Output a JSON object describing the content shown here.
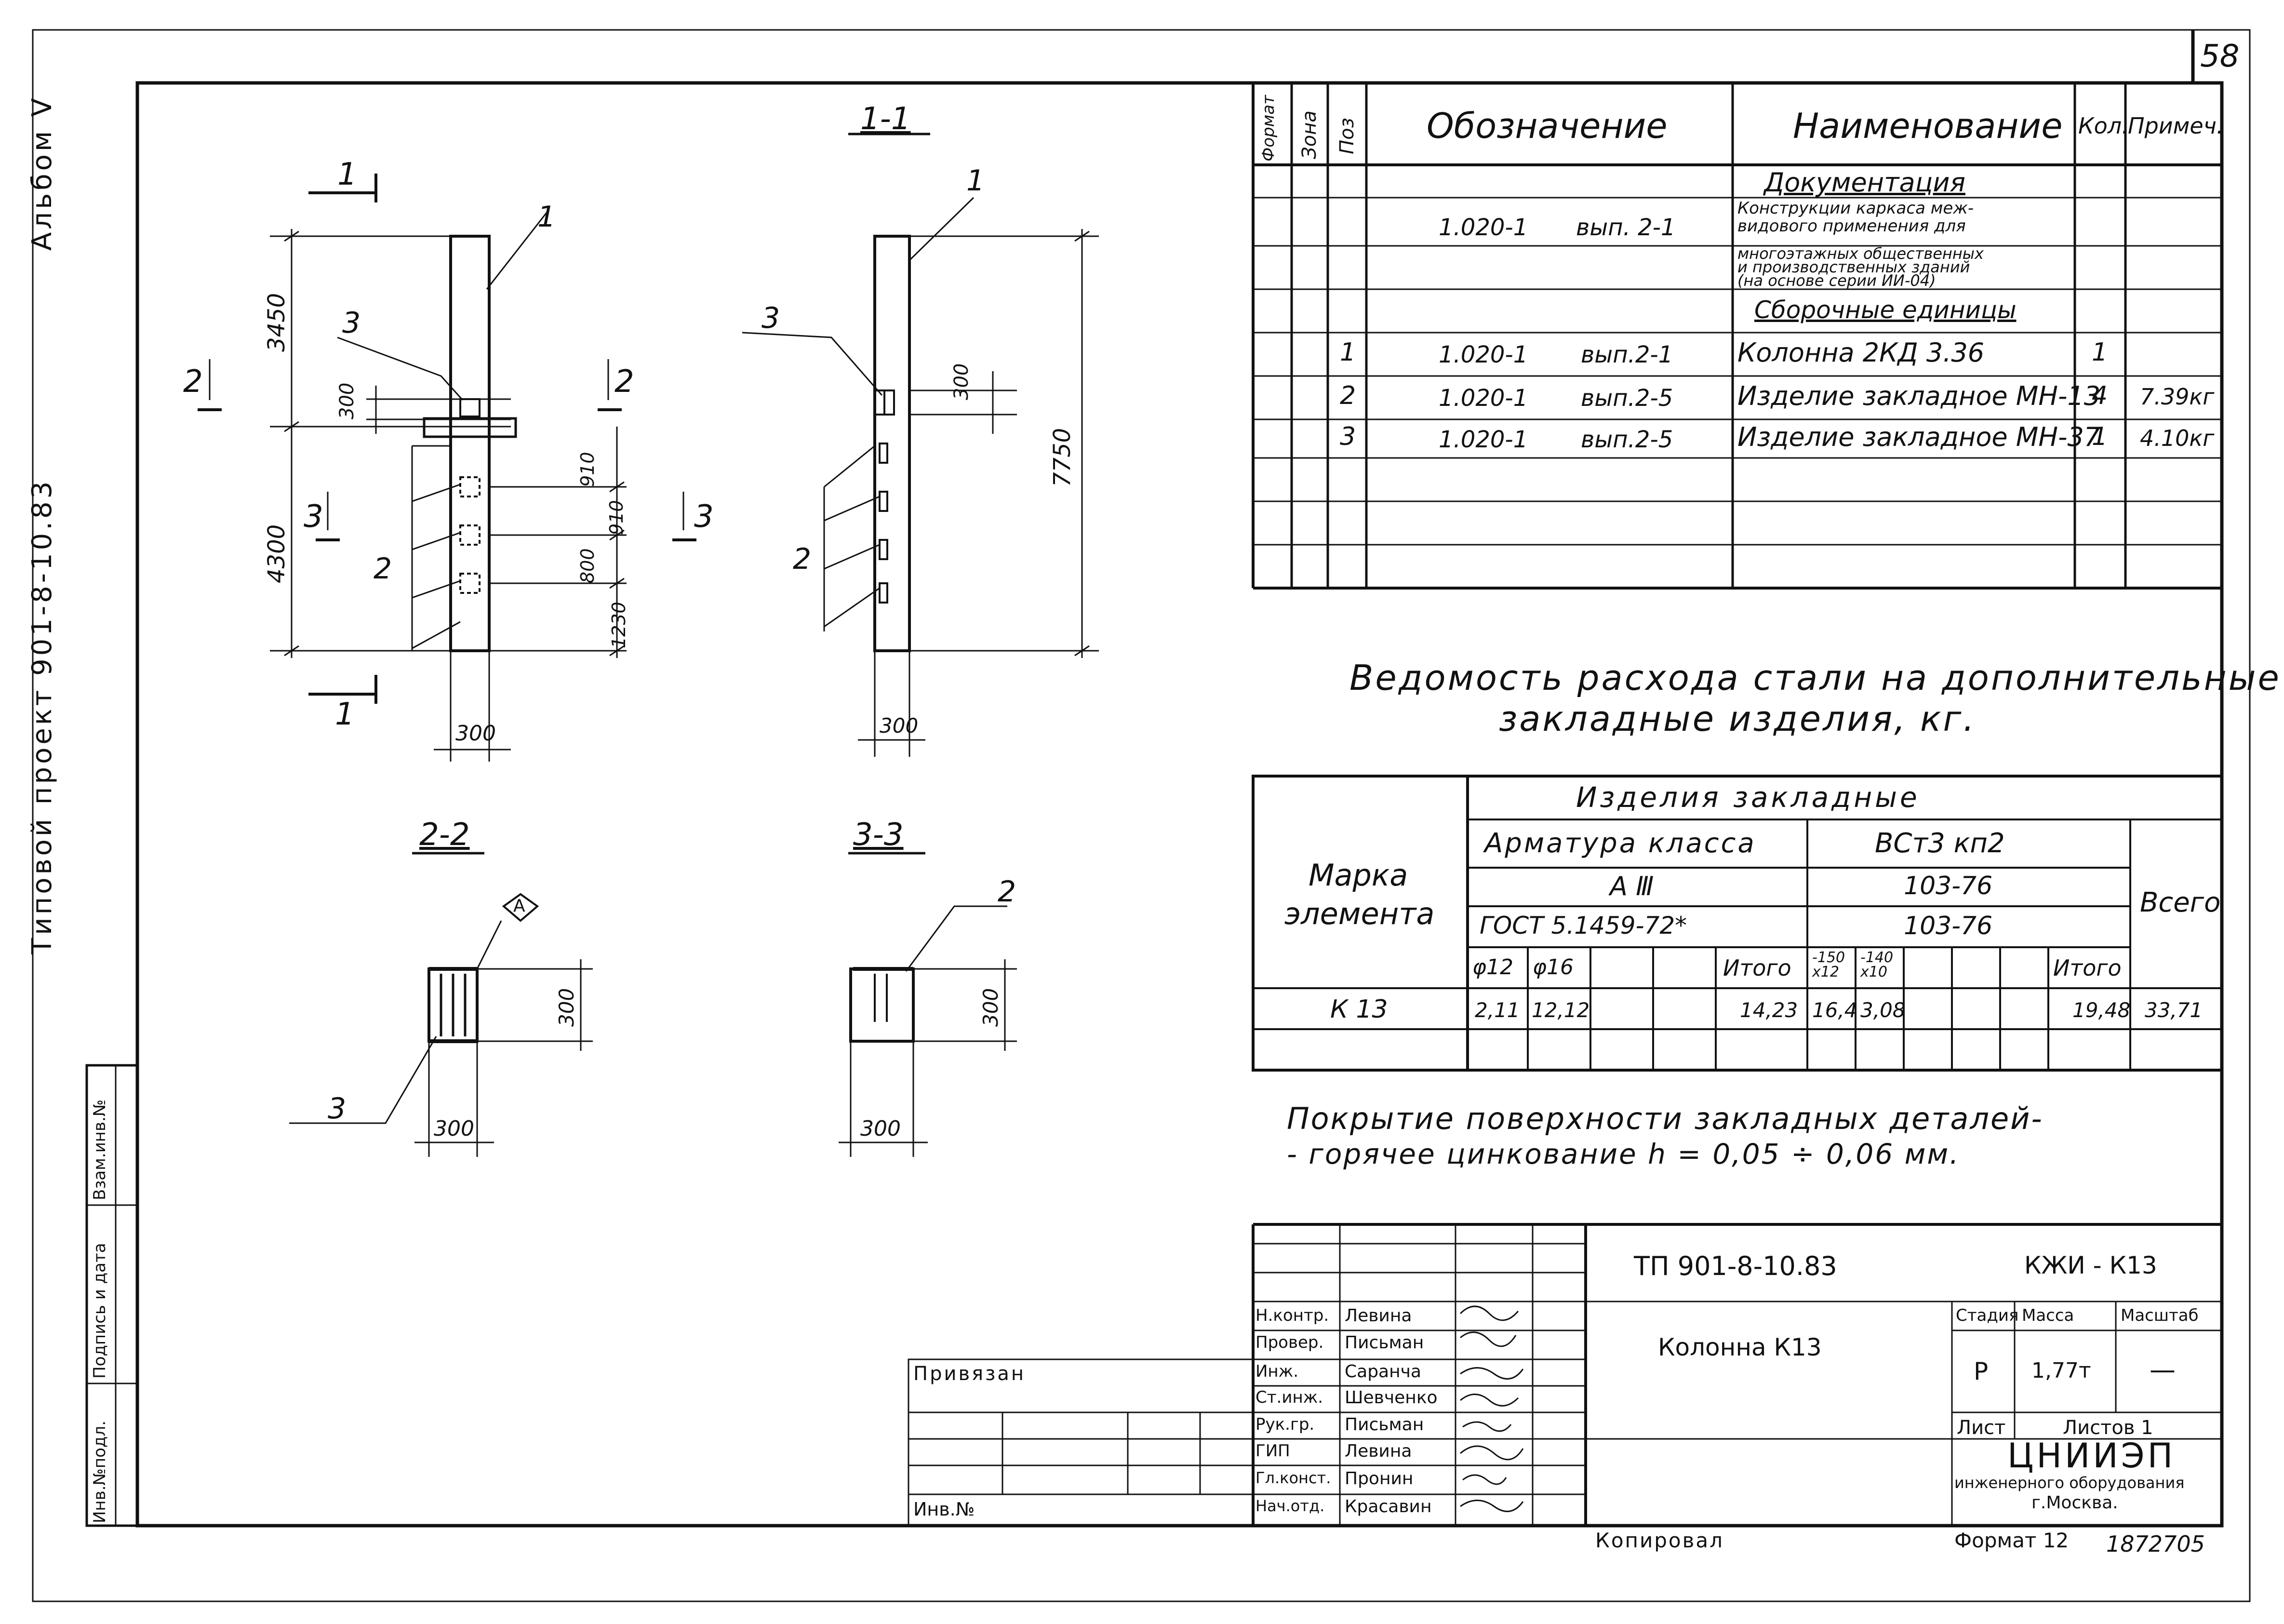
{
  "sheet_number": "58",
  "side_labels": {
    "album": "Альбом Ⅴ",
    "project": "Типовой проект 901-8-10.83",
    "stamp_cells": [
      "Инв.№подл.",
      "Подпись и дата",
      "Взам.инв.№"
    ]
  },
  "drawing": {
    "main_view": {
      "section_marks": [
        "1",
        "1",
        "2",
        "2",
        "3",
        "3"
      ],
      "dims": [
        "3450",
        "4300",
        "300",
        "910",
        "910",
        "800",
        "1230",
        "300"
      ],
      "callouts": [
        "1",
        "2",
        "3"
      ]
    },
    "view_1_1": {
      "title": "1-1",
      "dims": [
        "300",
        "7750",
        "300"
      ],
      "callouts": [
        "1",
        "2",
        "3"
      ]
    },
    "view_2_2": {
      "title": "2-2",
      "dims": [
        "300",
        "300"
      ],
      "callouts": [
        "3"
      ],
      "tag": "А"
    },
    "view_3_3": {
      "title": "3-3",
      "dims": [
        "300",
        "300"
      ],
      "callouts": [
        "2"
      ]
    }
  },
  "spec_table": {
    "headers": [
      "Формат",
      "Зона",
      "Поз",
      "Обозначение",
      "Наименование",
      "Кол.",
      "Примеч."
    ],
    "section_documentation": "Документация",
    "doc_row": {
      "designation": "1.020-1",
      "issue": "вып. 2-1",
      "name_lines": [
        "Конструкции каркаса меж-",
        "видового применения для",
        "многоэтажных общественных",
        "и производственных зданий",
        "(на основе серии ИИ-04)"
      ]
    },
    "section_assemblies": "Сборочные единицы",
    "rows": [
      {
        "pos": "1",
        "designation": "1.020-1",
        "issue": "вып.2-1",
        "name": "Колонна 2КД 3.36",
        "qty": "1",
        "note": ""
      },
      {
        "pos": "2",
        "designation": "1.020-1",
        "issue": "вып.2-5",
        "name": "Изделие закладное МН-13",
        "qty": "4",
        "note": "7.39кг"
      },
      {
        "pos": "3",
        "designation": "1.020-1",
        "issue": "вып.2-5",
        "name": "Изделие закладное МН-37",
        "qty": "1",
        "note": "4.10кг"
      }
    ]
  },
  "steel_title": [
    "Ведомость расхода стали на дополнительные",
    "закладные изделия, кг."
  ],
  "steel_table": {
    "mark_header": [
      "Марка",
      "элемента"
    ],
    "group_header": "Изделия закладные",
    "sub_a": {
      "label": "Арматура класса",
      "class": "А Ⅲ",
      "gost": "ГОСТ 5.1459-72*"
    },
    "sub_b": {
      "label": "ВСт3 кп2",
      "std1": "103-76",
      "std2": "103-76"
    },
    "total_header": "Всего",
    "cols": [
      "φ12",
      "φ16",
      "",
      "",
      "Итого",
      "-150 х12",
      "-140 х10",
      "",
      "",
      "Итого"
    ],
    "row": {
      "mark": "К 13",
      "values": [
        "2,11",
        "12,12",
        "",
        "",
        "14,23",
        "16,4",
        "3,08",
        "",
        "",
        "19,48"
      ],
      "total": "33,71"
    }
  },
  "coating_note": [
    "Покрытие поверхности закладных деталей-",
    "- горячее цинкование h = 0,05 ÷ 0,06 мм."
  ],
  "title_block": {
    "code": "ТП 901-8-10.83",
    "doc_mark": "КЖИ - К13",
    "object_name": "Колонна К13",
    "roles": [
      "Н.контр.",
      "Провер.",
      "Инж.",
      "Ст.инж.",
      "Рук.гр.",
      "ГИП",
      "Гл.конст.",
      "Нач.отд."
    ],
    "names": [
      "Левина",
      "Письман",
      "Саранча",
      "Шевченко",
      "Письман",
      "Левина",
      "Пронин",
      "Красавин"
    ],
    "stage_header": "Стадия",
    "mass_header": "Масса",
    "scale_header": "Масштаб",
    "stage": "Р",
    "mass": "1,77т",
    "scale": "—",
    "sheet_label": "Лист",
    "sheets_label": "Листов 1",
    "org": [
      "ЦНИИЭП",
      "инженерного оборудования",
      "г.Москва."
    ],
    "bound_label": "Привязан",
    "inv_label": "Инв.№"
  },
  "footer": {
    "copied": "Копировал",
    "format": "Формат 12",
    "number": "1872705"
  }
}
